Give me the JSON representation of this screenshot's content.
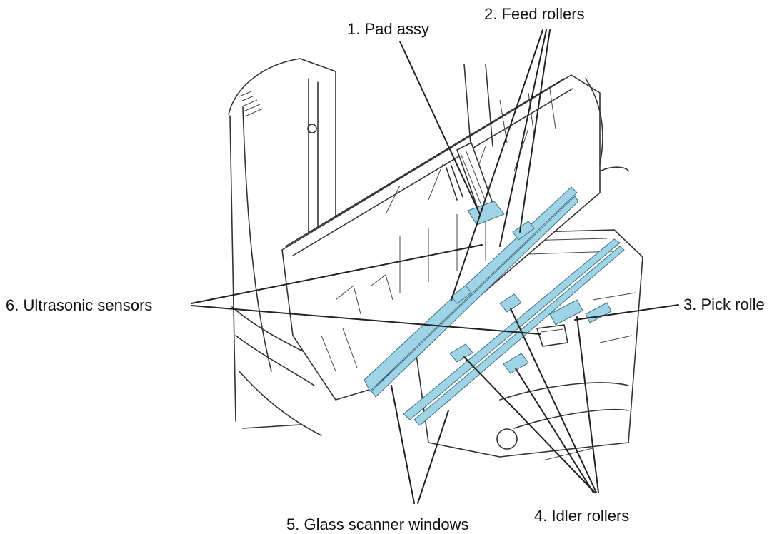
{
  "labels": {
    "pad_assy": "1. Pad assy",
    "feed_rollers": "2. Feed rollers",
    "pick_roller": "3. Pick rolle",
    "idler_rollers": "4. Idler rollers",
    "glass_windows": "5. Glass scanner windows",
    "ultrasonic_sensors": "6. Ultrasonic sensors"
  },
  "colors": {
    "highlight": "#9fd3e6",
    "line": "#222222",
    "background": "#ffffff"
  }
}
